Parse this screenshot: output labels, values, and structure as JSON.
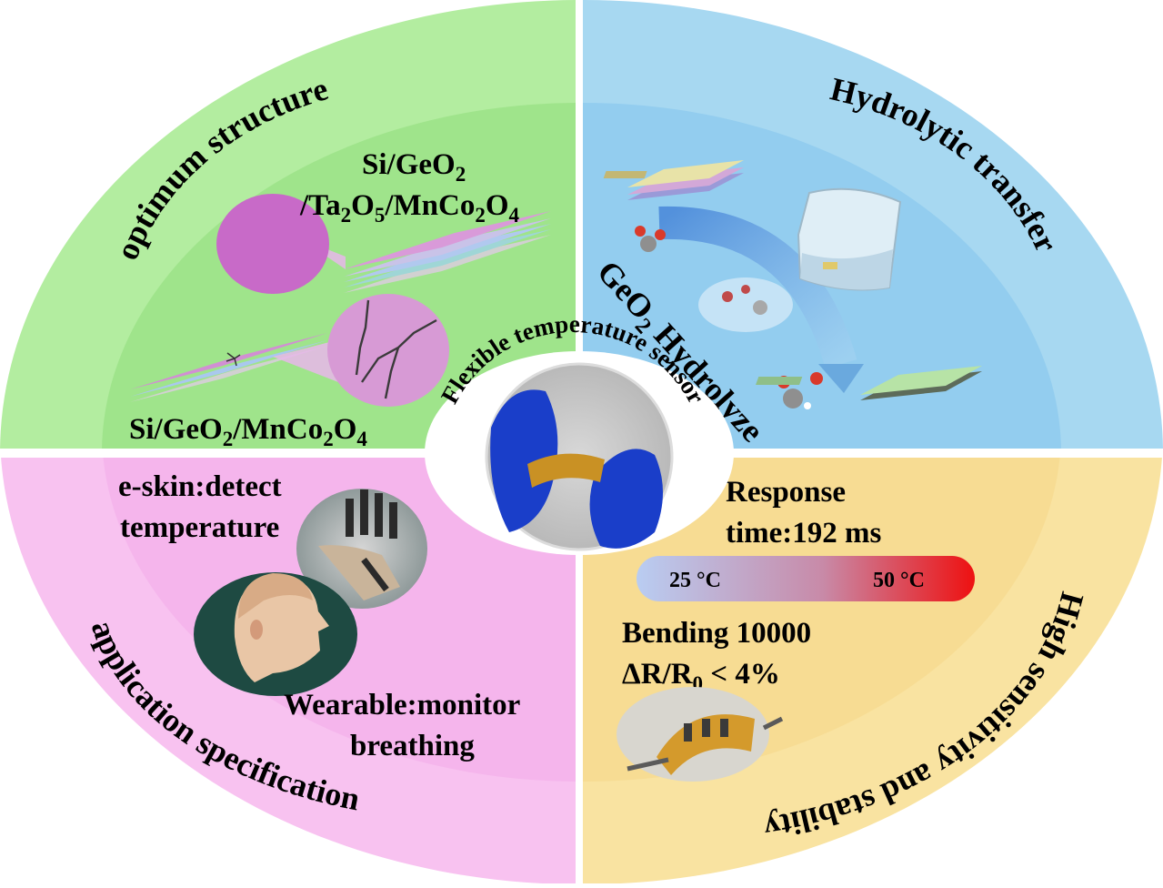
{
  "colors": {
    "green_outer": "#b3eda0",
    "green_inner": "#9fe48b",
    "blue_outer": "#a7d8f1",
    "blue_inner": "#93cdef",
    "pink_outer": "#f8c2f0",
    "pink_inner": "#f5b5ec",
    "yellow_outer": "#f9e3a1",
    "yellow_inner": "#f7dc93",
    "divider": "#ffffff",
    "gradient_cold": "#b9cdf2",
    "gradient_hot": "#ee1111"
  },
  "quadrants": {
    "top_left": {
      "arc_title": "optimum structure",
      "label_top_line1": "Si/GeO",
      "label_top_line1_sub": "2",
      "label_top_line2": "/Ta",
      "label_top_line2_sub1": "2",
      "label_top_line2_mid": "O",
      "label_top_line2_sub2": "5",
      "label_top_line2_tail": "/MnCo",
      "label_top_line2_sub3": "2",
      "label_top_line2_end": "O",
      "label_top_line2_sub4": "4",
      "label_bottom": "Si/GeO",
      "label_bottom_sub1": "2",
      "label_bottom_tail": "/MnCo",
      "label_bottom_sub2": "2",
      "label_bottom_end": "O",
      "label_bottom_sub3": "4"
    },
    "top_right": {
      "arc_title": "Hydrolytic transfer",
      "curve_label": "GeO",
      "curve_label_sub": "2",
      "curve_label_tail": " Hydrolyze"
    },
    "bottom_left": {
      "arc_title": "application specification",
      "eskin_line1": "e-skin:detect",
      "eskin_line2": "temperature",
      "wearable_line1": "Wearable:monitor",
      "wearable_line2": "breathing"
    },
    "bottom_right": {
      "arc_title": "High sensitivity and stability",
      "response_line1": "Response",
      "response_line2": "time:192 ms",
      "gradient_cold_label": "25 °C",
      "gradient_hot_label": "50 °C",
      "bending_line1": "Bending 10000",
      "bending_line2_delta": "ΔR/R",
      "bending_line2_sub": "0",
      "bending_line2_tail": " < 4%"
    }
  },
  "center": {
    "title": "Flexible temperature sensor"
  }
}
